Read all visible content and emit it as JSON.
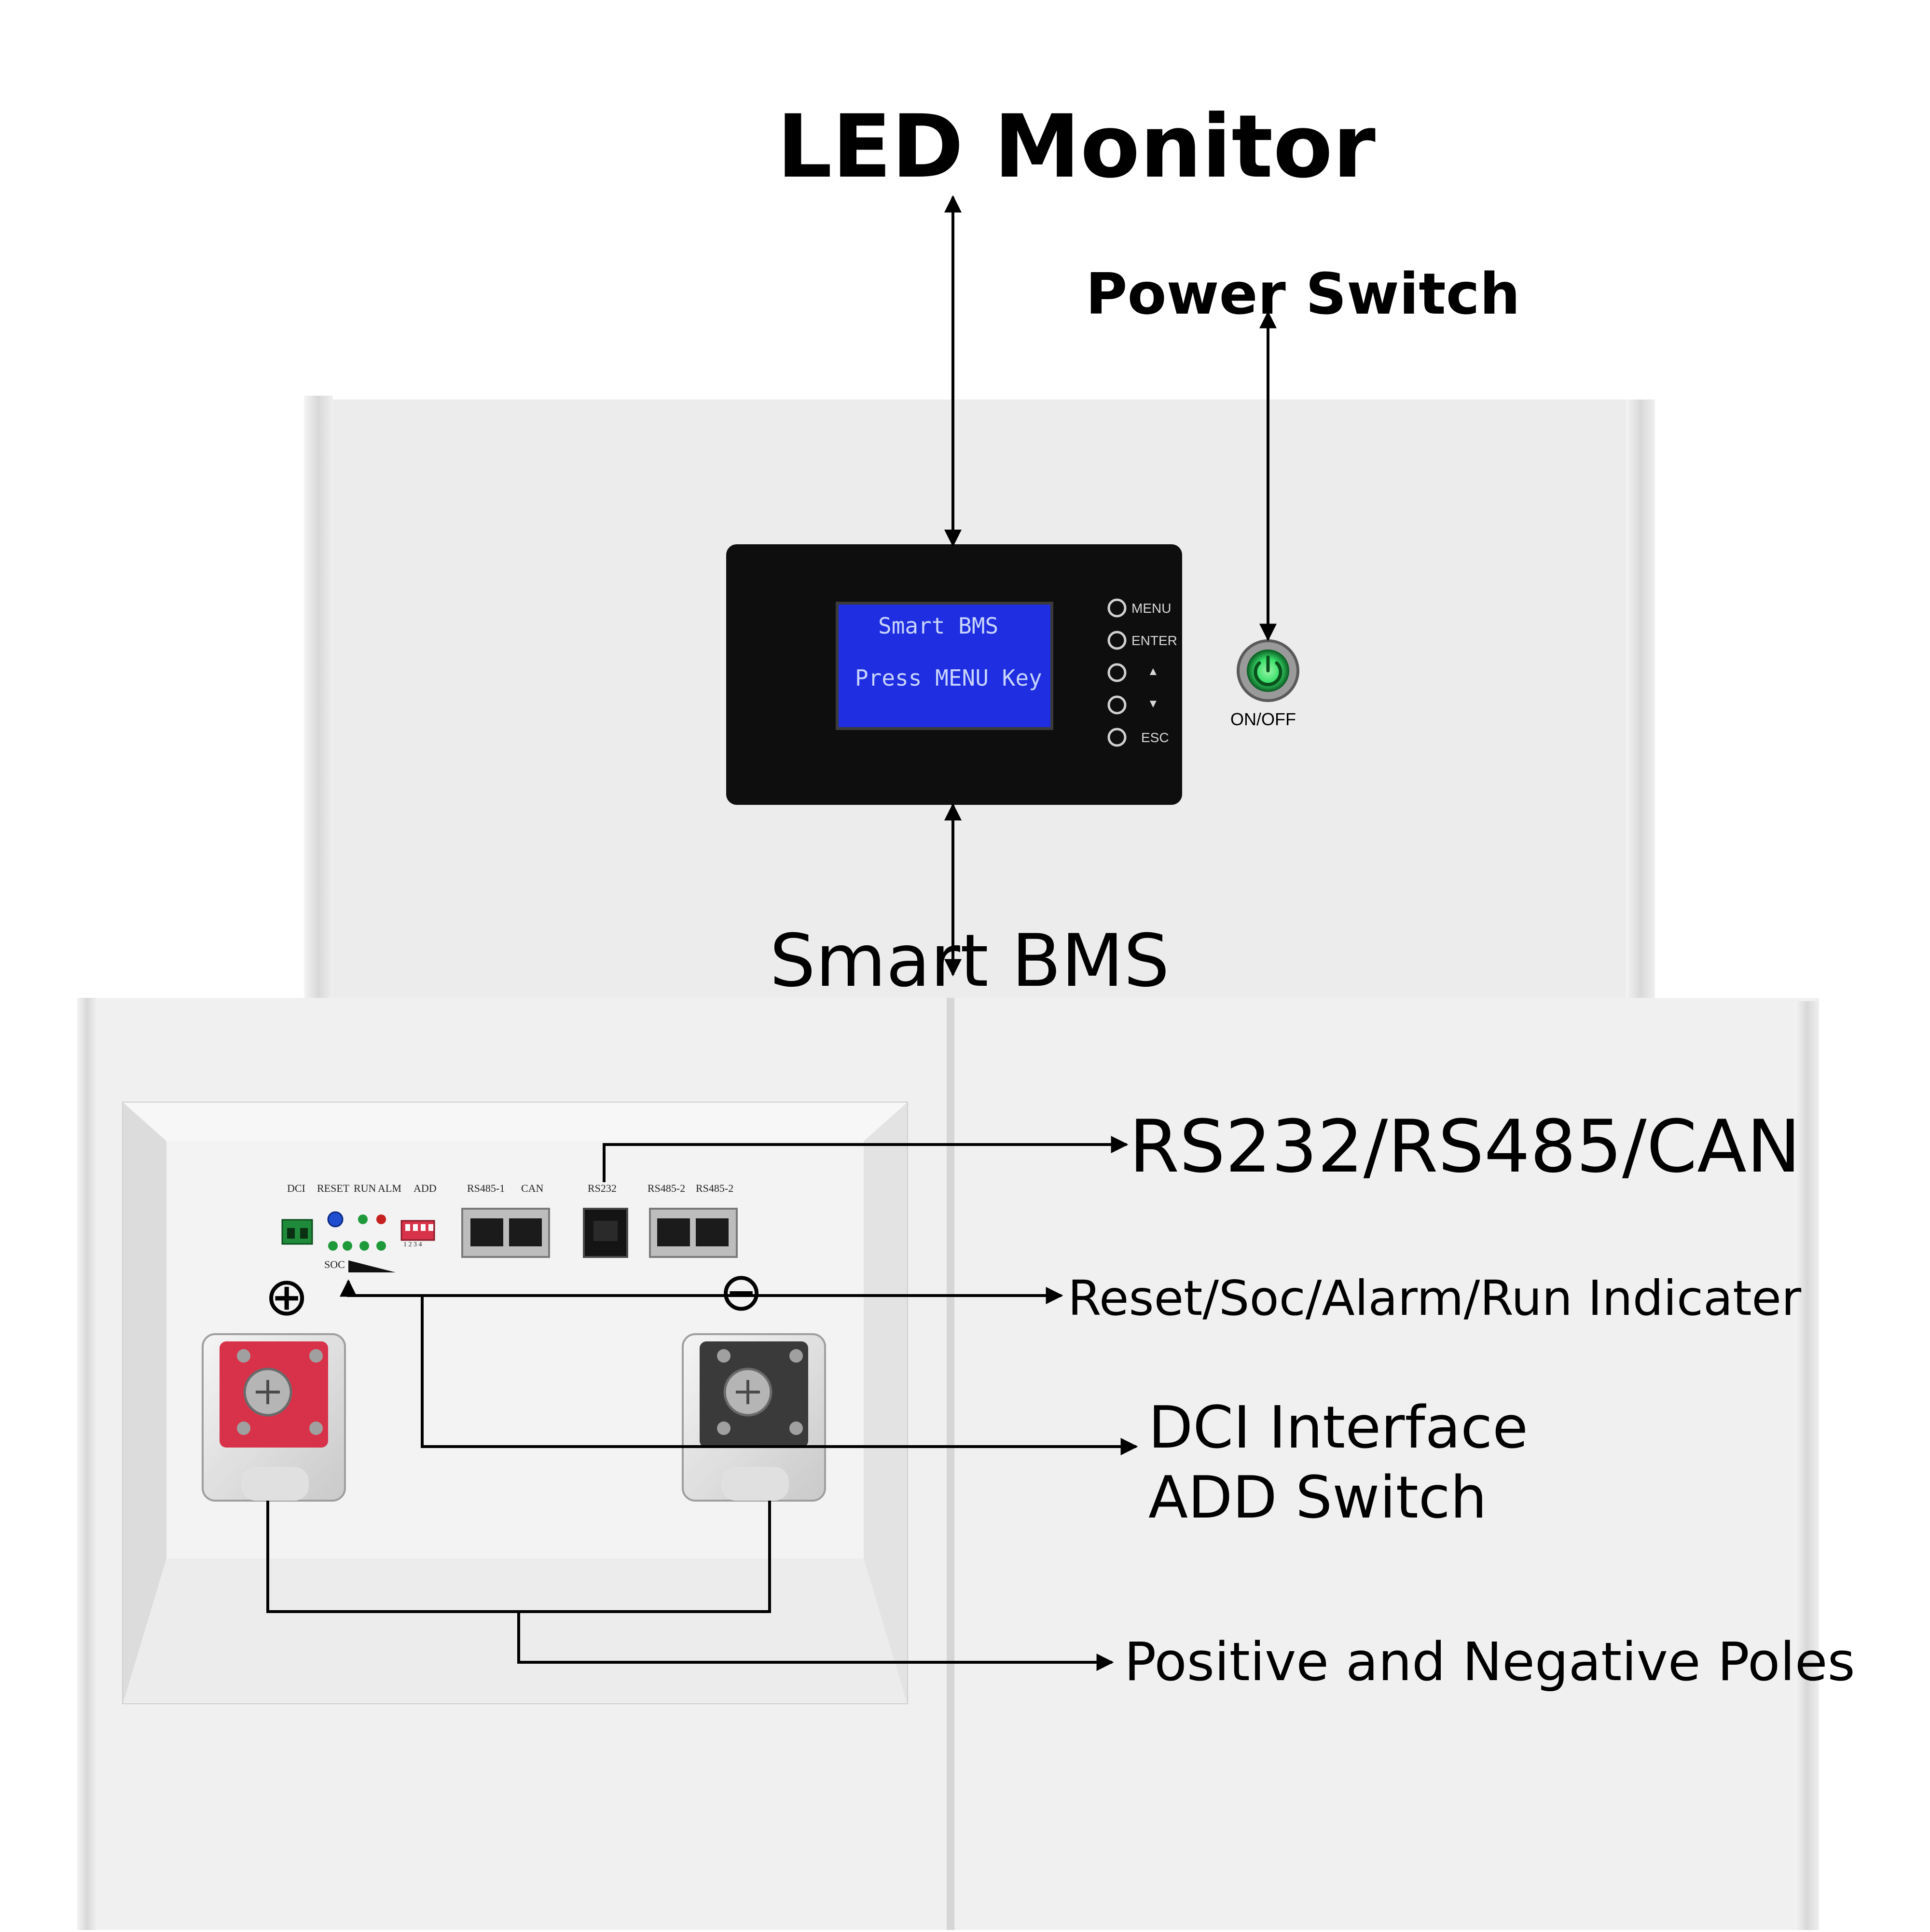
{
  "callouts": {
    "led_monitor": "LED Monitor",
    "power_switch": "Power Switch",
    "smart_bms": "Smart BMS",
    "comm_ports": "RS232/RS485/CAN",
    "indicators": "Reset/Soc/Alarm/Run Indicater",
    "dci_interface": "DCI Interface",
    "add_switch": "ADD Switch",
    "poles": "Positive and Negative Poles"
  },
  "lcd": {
    "line1": "Smart BMS",
    "line2": "Press MENU Key"
  },
  "panel_buttons": {
    "menu": "MENU",
    "enter": "ENTER",
    "up": "▲",
    "down": "▼",
    "esc": "ESC"
  },
  "power_button": {
    "label": "ON/OFF"
  },
  "ports": {
    "dci": "DCI",
    "reset": "RESET",
    "run": "RUN",
    "alm": "ALM",
    "add": "ADD",
    "add_numbers": "1 2 3 4",
    "rs485_1": "RS485-1",
    "can": "CAN",
    "rs232": "RS232",
    "rs485_2a": "RS485-2",
    "rs485_2b": "RS485-2",
    "soc": "SOC"
  },
  "poles": {
    "positive_symbol": "⊕",
    "negative_symbol": "⊖"
  },
  "colors": {
    "lcd_background": "#1f2ee0",
    "panel_black": "#0e0e0e",
    "power_green": "#3ae06a",
    "positive_red": "#d8324a",
    "led_green": "#1f9a3a",
    "led_red": "#c72020",
    "led_blue": "#1f4fd0"
  }
}
